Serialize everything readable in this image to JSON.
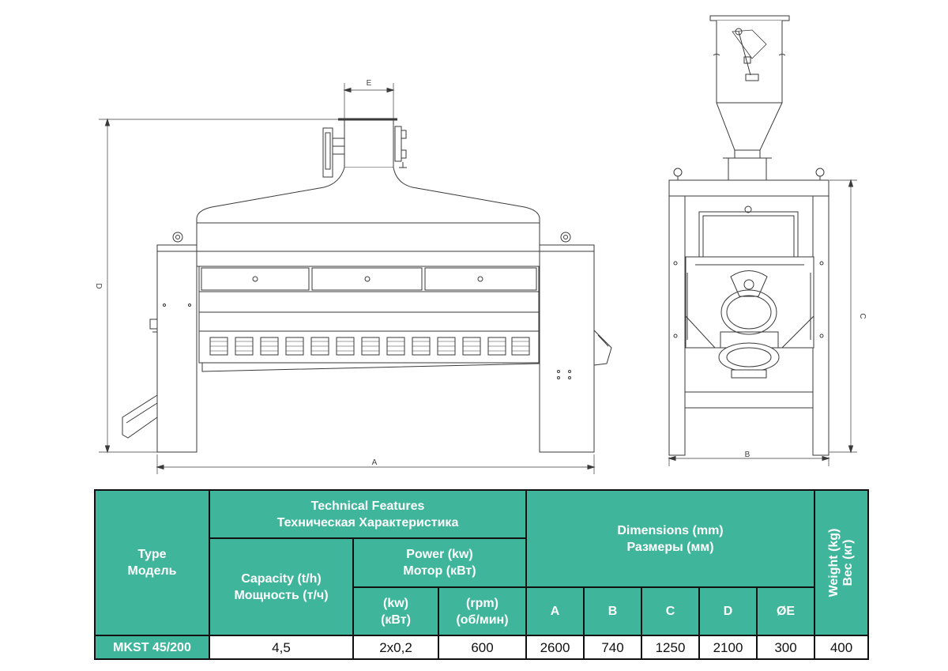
{
  "drawing": {
    "dimension_labels": {
      "A": "A",
      "B": "B",
      "C": "C",
      "D": "D",
      "E": "E"
    }
  },
  "table": {
    "header": {
      "type_en": "Type",
      "type_ru": "Модель",
      "tech_en": "Technical Features",
      "tech_ru": "Техническая Характеристика",
      "capacity_en": "Capacity (t/h)",
      "capacity_ru": "Мощность (т/ч)",
      "power_en": "Power (kw)",
      "power_ru": "Мотор (кВт)",
      "kw_en": "(kw)",
      "kw_ru": "(кВт)",
      "rpm_en": "(rpm)",
      "rpm_ru": "(об/мин)",
      "dims_en": "Dimensions (mm)",
      "dims_ru": "Размеры (мм)",
      "weight_en": "Weight (kg)",
      "weight_ru": "Вес (кг)",
      "dim_cols": [
        "A",
        "B",
        "C",
        "D",
        "ØE"
      ]
    },
    "row": {
      "type": "MKST 45/200",
      "capacity": "4,5",
      "power_kw": "2x0,2",
      "rpm": "600",
      "dims": [
        "2600",
        "740",
        "1250",
        "2100",
        "300"
      ],
      "weight": "400"
    }
  }
}
